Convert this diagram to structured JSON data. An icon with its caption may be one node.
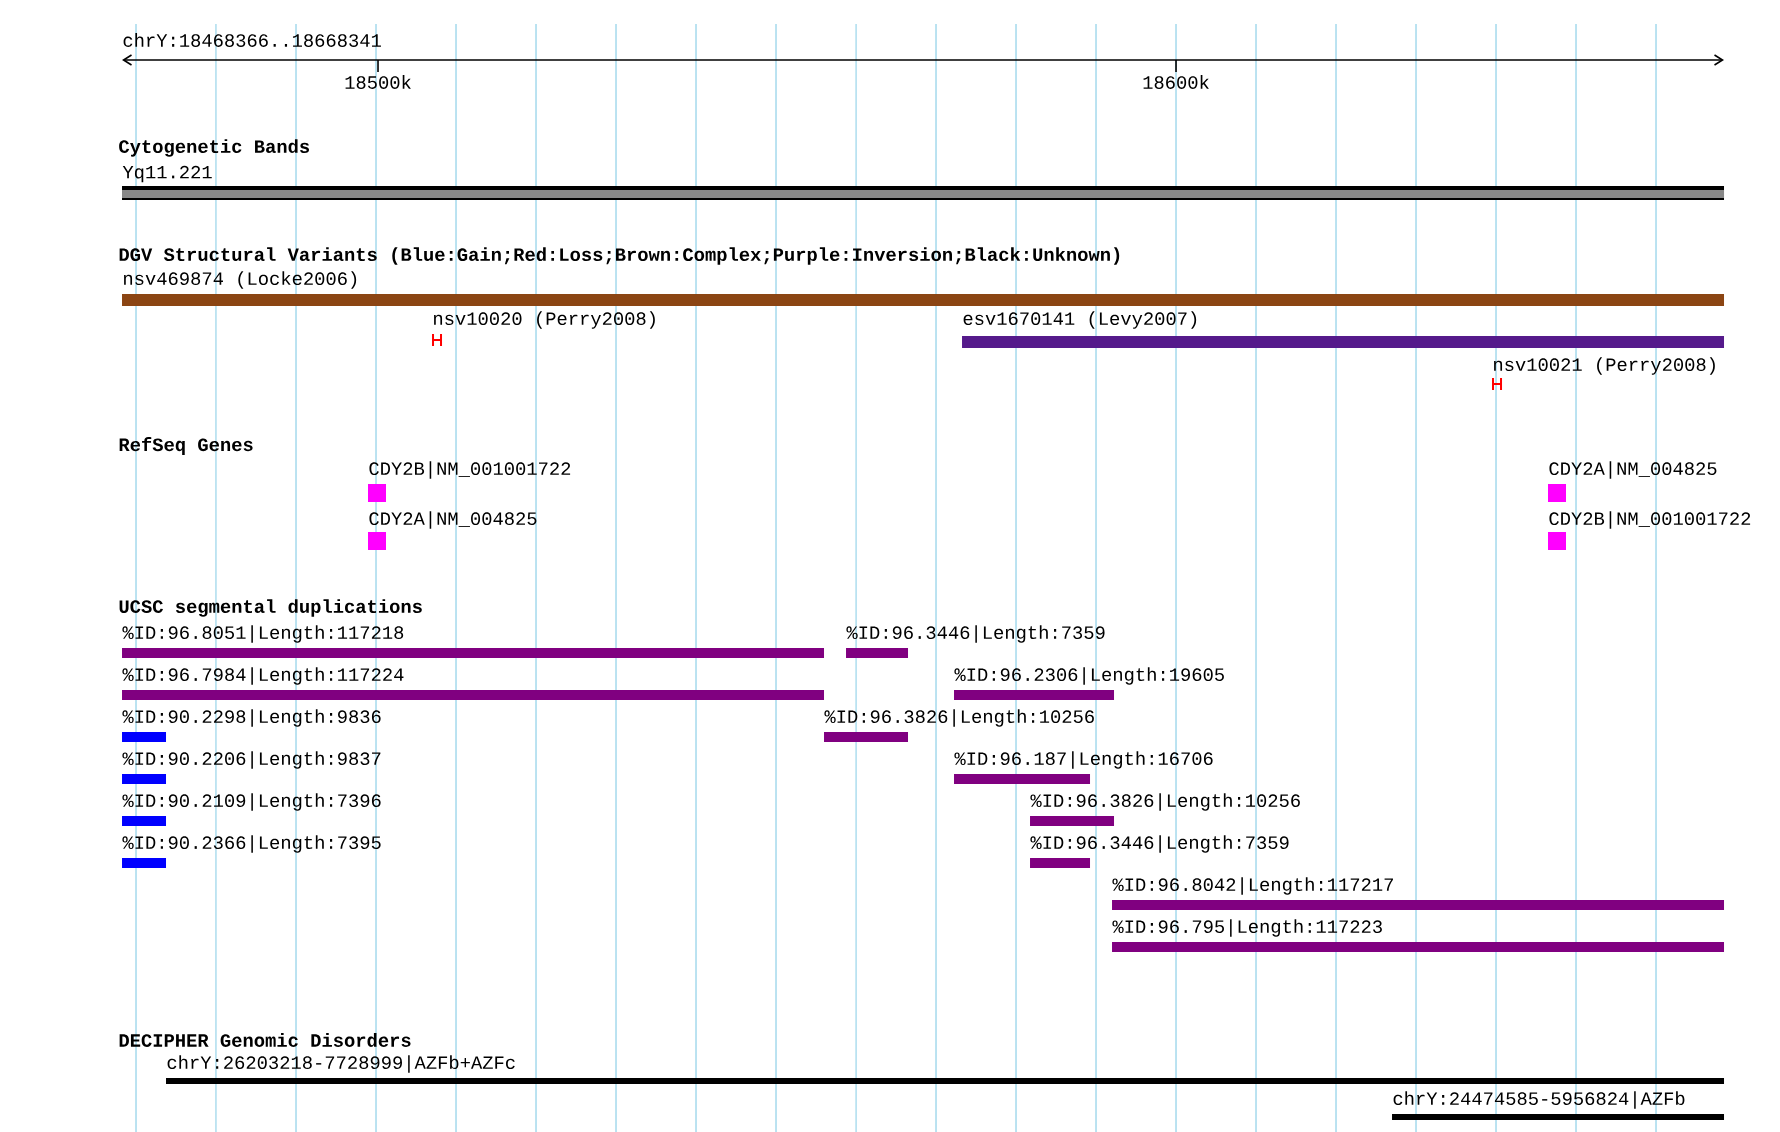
{
  "diagram": {
    "nodes": [
      {
        "text": [
          "Yq11.221"
        ]
      },
      {
        "text": [
          "nsv469874 (Locke2006)"
        ]
      },
      {
        "text": [
          "nsv10020 (Perry2008)"
        ]
      },
      {
        "text": [
          "esv1670141 (Levy2007)"
        ]
      },
      {
        "text": [
          "nsv10021 (Perry2008)"
        ]
      },
      {
        "text": [
          "CDY2B|NM_001001722"
        ]
      },
      {
        "text": [
          "CDY2A|NM_004825"
        ]
      },
      {
        "text": [
          "CDY2A|NM_004825"
        ]
      },
      {
        "text": [
          "CDY2B|NM_001001722"
        ]
      },
      {
        "text": [
          "%ID:96.8051|Length:117218"
        ]
      },
      {
        "text": [
          "%ID:96.3446|Length:7359"
        ]
      },
      {
        "text": [
          "%ID:96.7984|Length:117224"
        ]
      },
      {
        "text": [
          "%ID:96.2306|Length:19605"
        ]
      },
      {
        "text": [
          "%ID:90.2298|Length:9836"
        ]
      },
      {
        "text": [
          "%ID:96.3826|Length:10256"
        ]
      },
      {
        "text": [
          "%ID:90.2206|Length:9837"
        ]
      },
      {
        "text": [
          "%ID:96.187|Length:16706"
        ]
      },
      {
        "text": [
          "%ID:90.2109|Length:7396"
        ]
      },
      {
        "text": [
          "%ID:96.3826|Length:10256"
        ]
      },
      {
        "text": [
          "%ID:90.2366|Length:7395"
        ]
      },
      {
        "text": [
          "%ID:96.3446|Length:7359"
        ]
      },
      {
        "text": [
          "%ID:96.8042|Length:117217"
        ]
      },
      {
        "text": [
          "%ID:96.795|Length:117223"
        ]
      },
      {
        "text": [
          "chrY:26203218-7728999|AZFb+AZFc"
        ]
      },
      {
        "text": [
          "chrY:24474585-5956824|AZFb"
        ]
      }
    ],
    "labels": [
      "chrY:18468366..18668341",
      "18500k",
      "18600k",
      "Cytogenetic Bands",
      "DGV Structural Variants (Blue:Gain;Red:Loss;Brown:Complex;Purple:Inversion;Black:Unknown)",
      "RefSeq Genes",
      "UCSC segmental duplications",
      "DECIPHER Genomic Disorders"
    ]
  }
}
